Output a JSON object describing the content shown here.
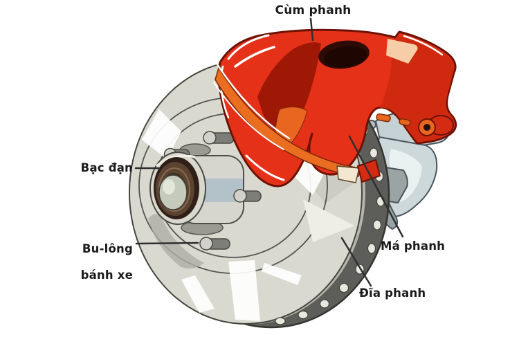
{
  "diagram": {
    "subject": "disc-brake-assembly",
    "labels": {
      "caliper": {
        "text": "Cùm phanh"
      },
      "bearing": {
        "text": "Bạc đạn"
      },
      "wheel_bolt": {
        "text": "Bu-lông bánh xe",
        "line1": "Bu-lông",
        "line2": "bánh xe"
      },
      "brake_pad": {
        "text": "Má phanh"
      },
      "brake_disc": {
        "text": "Đĩa phanh"
      }
    },
    "colors": {
      "background": "#ffffff",
      "caliper_red": "#e63119",
      "caliper_dark_red": "#9e1805",
      "pad_orange": "#ea6d20",
      "highlight_cream": "#f6cda6",
      "disc_face": "#d9d9d0",
      "rotor_edge_dark": "#5d5d59",
      "bracket_blue_gray": "#ccd8da",
      "hub_gray": "#d6d6ce",
      "hub_band_blue": "#b3c1c9",
      "bearing_brown": "#5b4331",
      "label_text": "#1a1a1a",
      "leader_line": "#2f2f2f"
    }
  }
}
